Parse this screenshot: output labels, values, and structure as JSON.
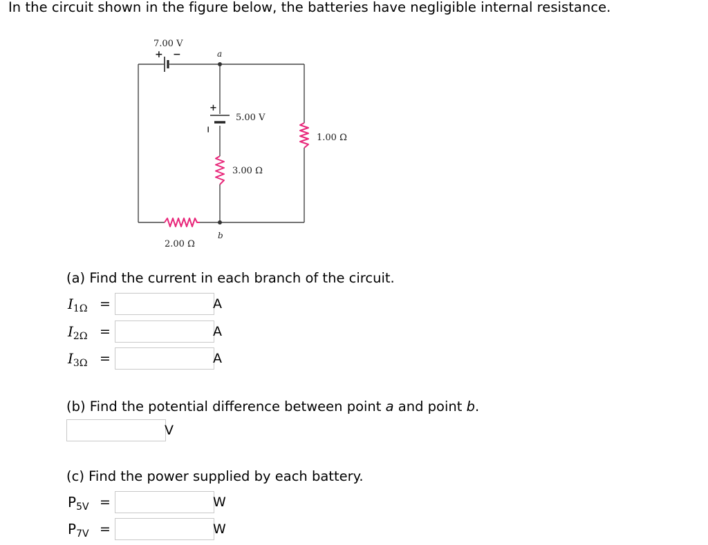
{
  "intro": "In the circuit shown in the figure below, the batteries have negligible internal resistance.",
  "circuit": {
    "battery_7v": "7.00 V",
    "battery_5v": "5.00 V",
    "r_1": "1.00 Ω",
    "r_3": "3.00 Ω",
    "r_2": "2.00 Ω",
    "point_a": "a",
    "point_b": "b",
    "plus": "+",
    "minus": "−",
    "resistor_color": "#e8277a"
  },
  "part_a": {
    "prompt": "(a) Find the current in each branch of the circuit.",
    "rows": [
      {
        "symbol": "I",
        "sub": "1Ω",
        "eq": "=",
        "value": "",
        "unit": "A"
      },
      {
        "symbol": "I",
        "sub": "2Ω",
        "eq": "=",
        "value": "",
        "unit": "A"
      },
      {
        "symbol": "I",
        "sub": "3Ω",
        "eq": "=",
        "value": "",
        "unit": "A"
      }
    ]
  },
  "part_b": {
    "prompt_start": "(b) Find the potential difference between point ",
    "point_a": "a",
    "prompt_mid": " and point ",
    "point_b": "b",
    "prompt_end": ".",
    "value": "",
    "unit": "V"
  },
  "part_c": {
    "prompt": "(c) Find the power supplied by each battery.",
    "rows": [
      {
        "symbol": "P",
        "sub": "5V",
        "eq": "=",
        "value": "",
        "unit": "W"
      },
      {
        "symbol": "P",
        "sub": "7V",
        "eq": "=",
        "value": "",
        "unit": "W"
      }
    ]
  }
}
